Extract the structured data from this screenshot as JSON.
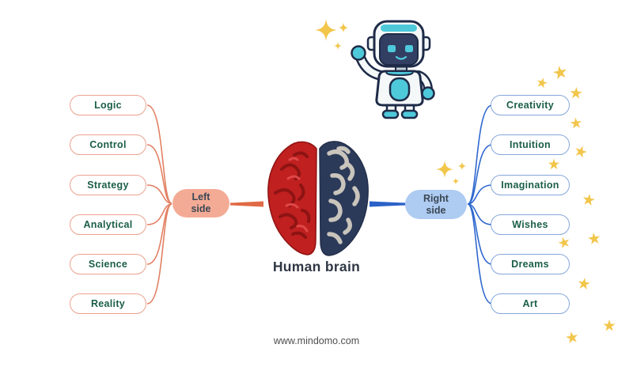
{
  "mindmap": {
    "central_topic": {
      "label": "Human brain"
    },
    "left_branch": {
      "label": "Left\nside",
      "topics": [
        "Logic",
        "Control",
        "Strategy",
        "Analytical",
        "Science",
        "Reality"
      ]
    },
    "right_branch": {
      "label": "Right\nside",
      "topics": [
        "Creativity",
        "Intuition",
        "Imagination",
        "Wishes",
        "Dreams",
        "Art"
      ]
    }
  },
  "footer": {
    "watermark": "www.mindomo.com"
  },
  "decorations": {
    "robot": "robot-mascot-waving",
    "stars": "five-point-star",
    "sparkles": "four-point-sparkle"
  },
  "colors": {
    "left_line": "#E28063",
    "left_border": "#ECA28F",
    "left_node_fill": "#F4AB96",
    "right_line": "#2F68CF",
    "right_border": "#85A7DA",
    "right_node_fill": "#AECBF2",
    "topic_text": "#1B5E49",
    "brain_left": "#C02020",
    "brain_right": "#2C3A5A",
    "star_gold": "#F2C64B",
    "robot_cyan": "#4EC9DA"
  }
}
